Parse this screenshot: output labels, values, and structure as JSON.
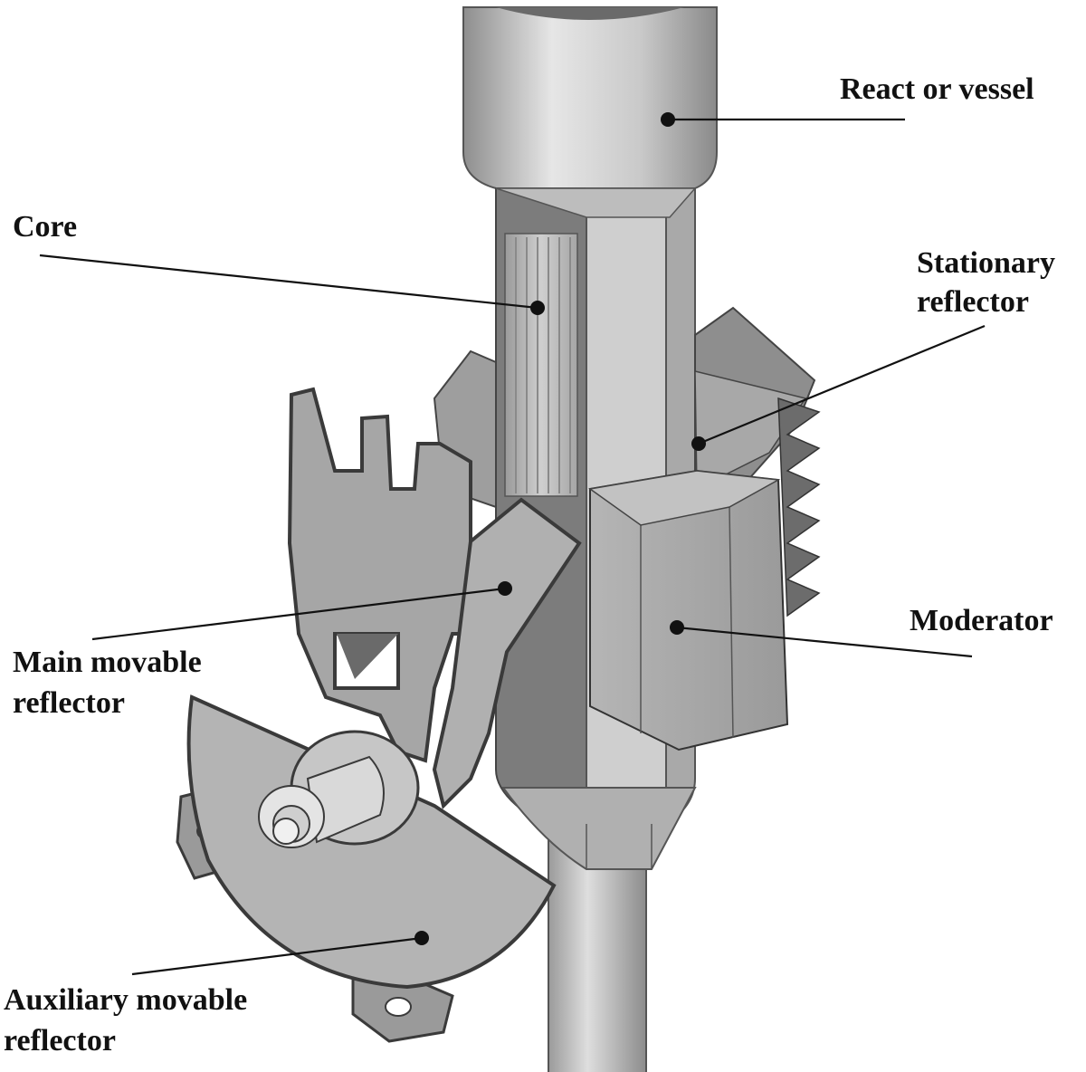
{
  "labels": {
    "reactor_vessel": "React or vessel",
    "core": "Core",
    "stationary_reflector_1": "Stationary",
    "stationary_reflector_2": "reflector",
    "moderator": "Moderator",
    "main_reflector_1": "Main movable",
    "main_reflector_2": "reflector",
    "aux_reflector_1": "Auxiliary movable",
    "aux_reflector_2": "reflector"
  },
  "colors": {
    "background": "#ffffff",
    "outline": "#3a3a3a",
    "text": "#111111",
    "leader": "#111111"
  }
}
